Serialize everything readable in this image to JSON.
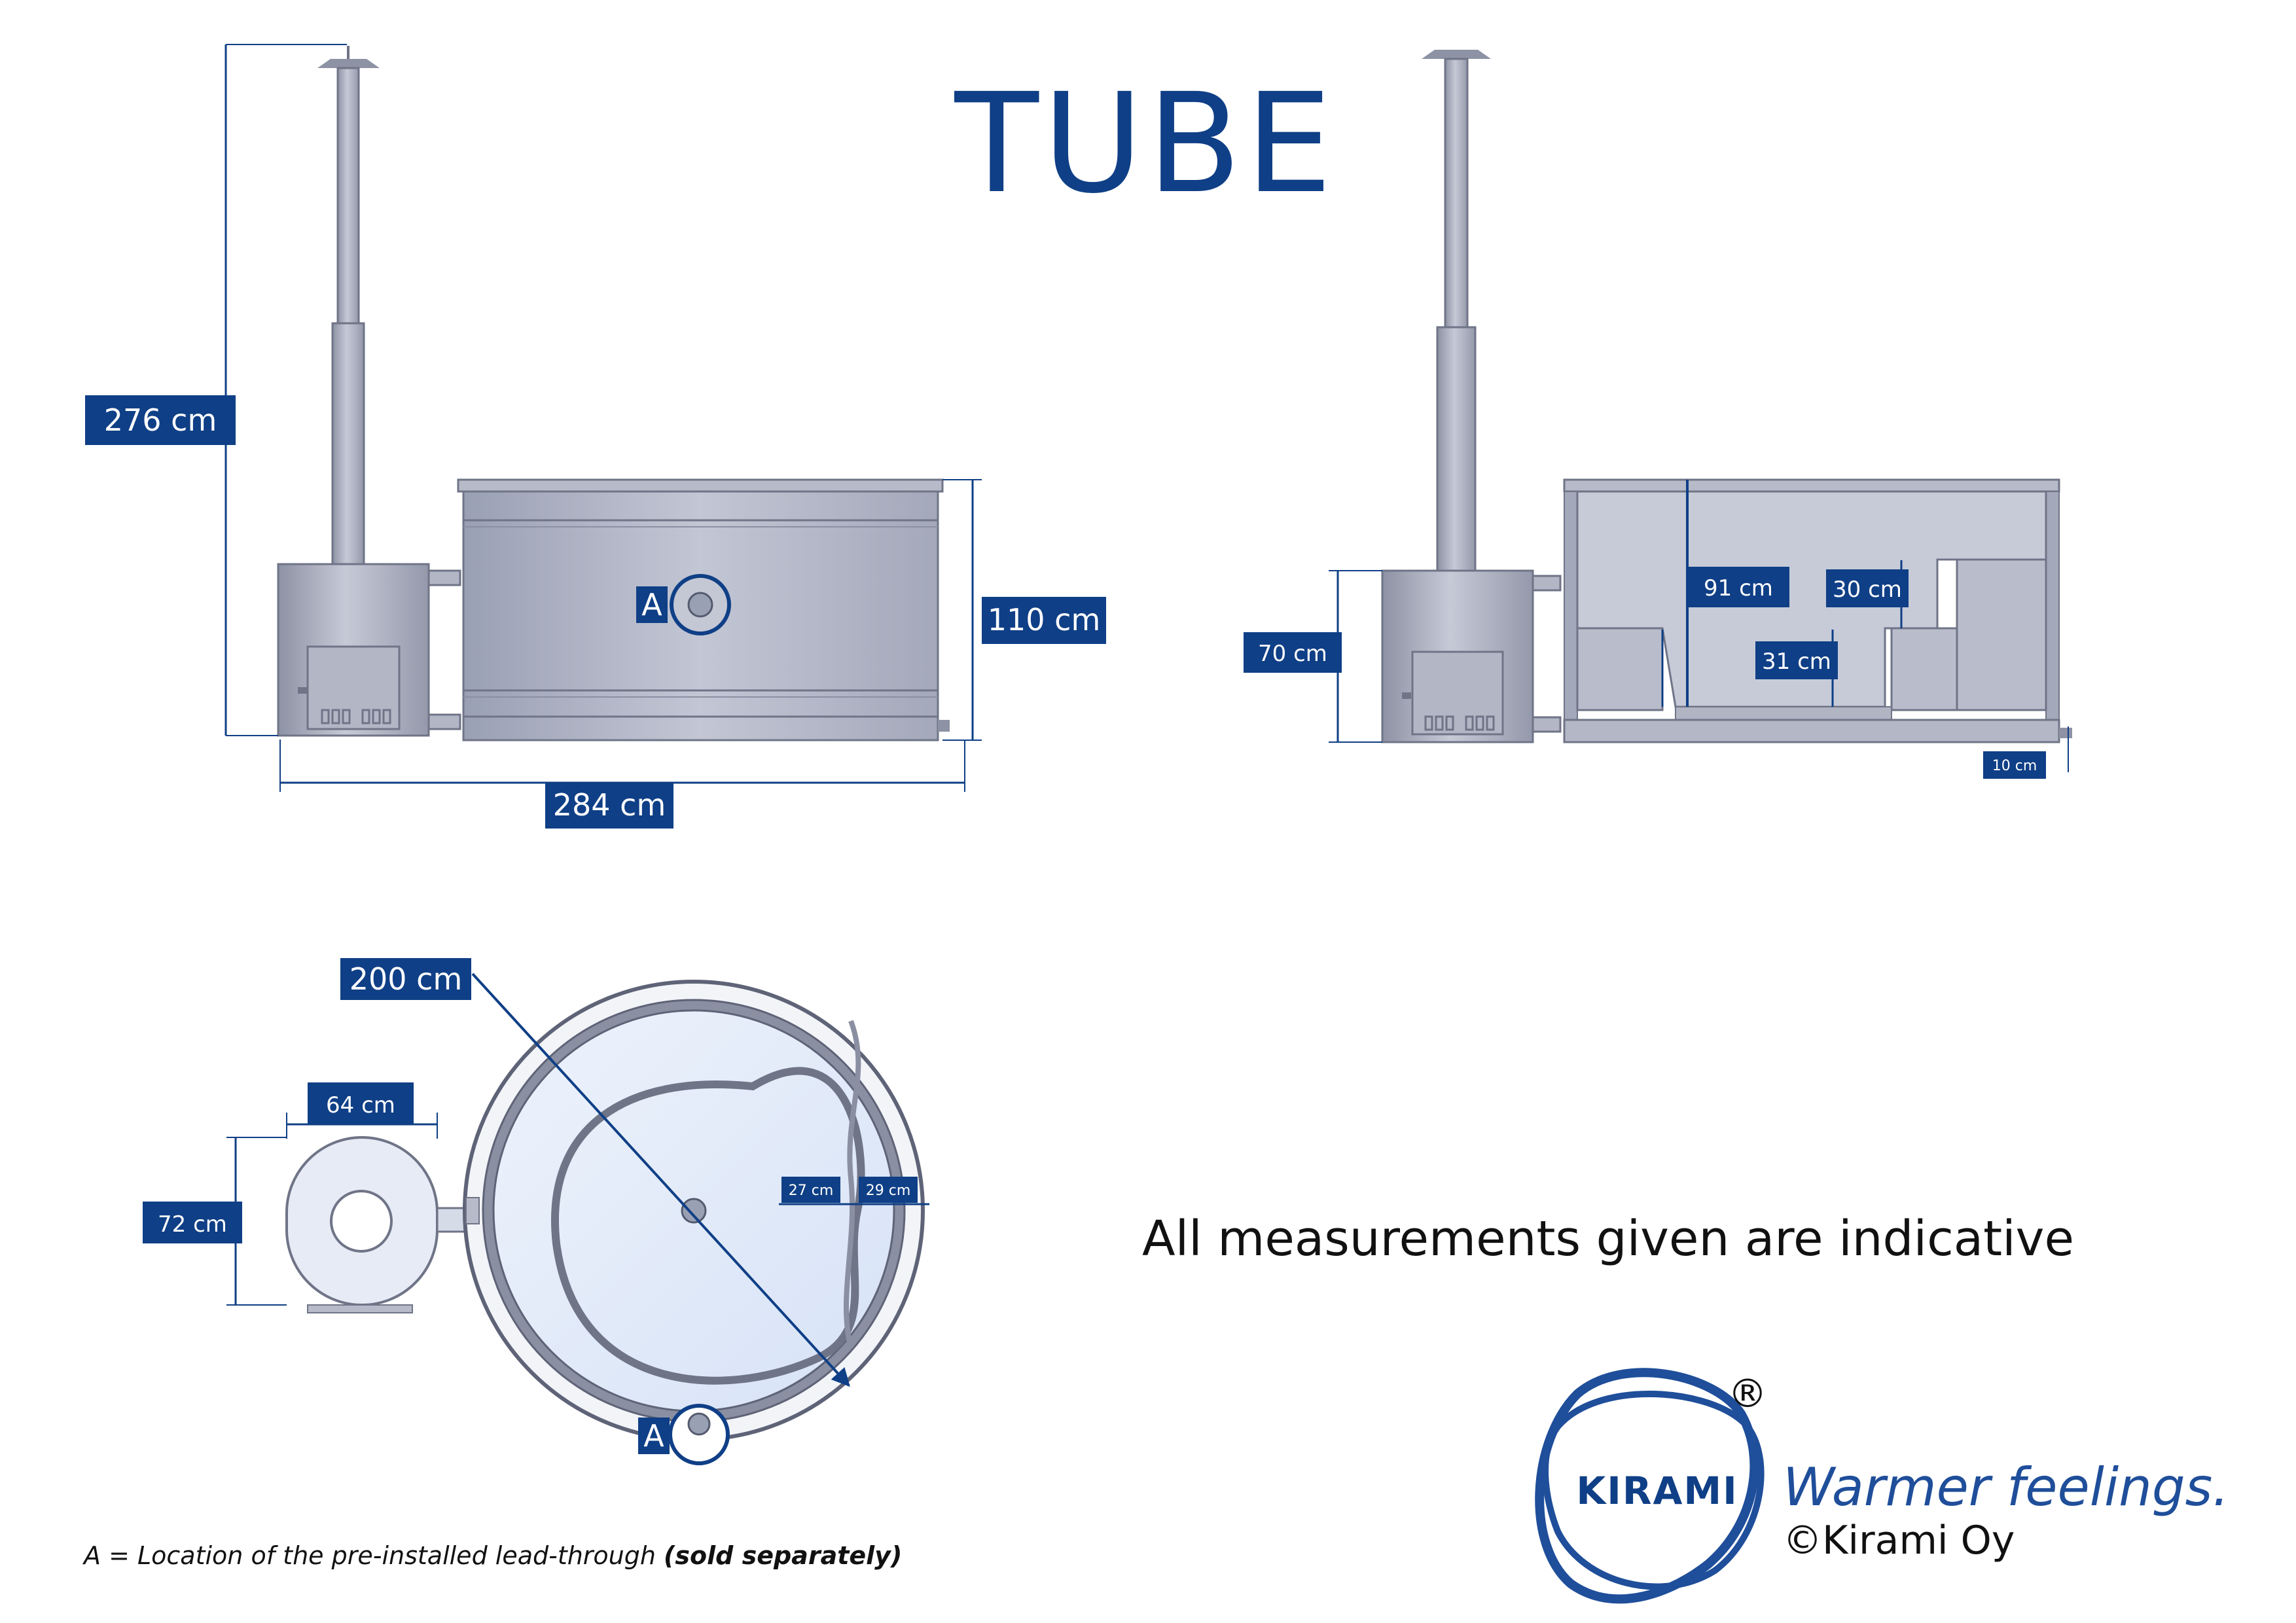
{
  "title": "TUBE",
  "dimensions": {
    "total_height": "276 cm",
    "tub_height": "110 cm",
    "total_width": "284 cm",
    "stove_height": "70 cm",
    "inner_depth": "91 cm",
    "bench_height": "30 cm",
    "lower_step": "31 cm",
    "base": "10 cm",
    "diameter": "200 cm",
    "stove_width": "64 cm",
    "stove_depth": "72 cm",
    "rim_a": "27 cm",
    "rim_b": "29 cm"
  },
  "marker": "A",
  "note": "All measurements given are indicative",
  "footnote": {
    "text": "A = Location of the pre-installed lead-through ",
    "bold": "(sold separately)"
  },
  "brand": {
    "name": "KIRAMI",
    "registered": "®",
    "slogan": "Warmer feelings.",
    "copyright": "©Kirami Oy"
  },
  "colors": {
    "accent": "#0f3f86",
    "steel": "#a9adbd",
    "water": "#e3ecfa"
  }
}
